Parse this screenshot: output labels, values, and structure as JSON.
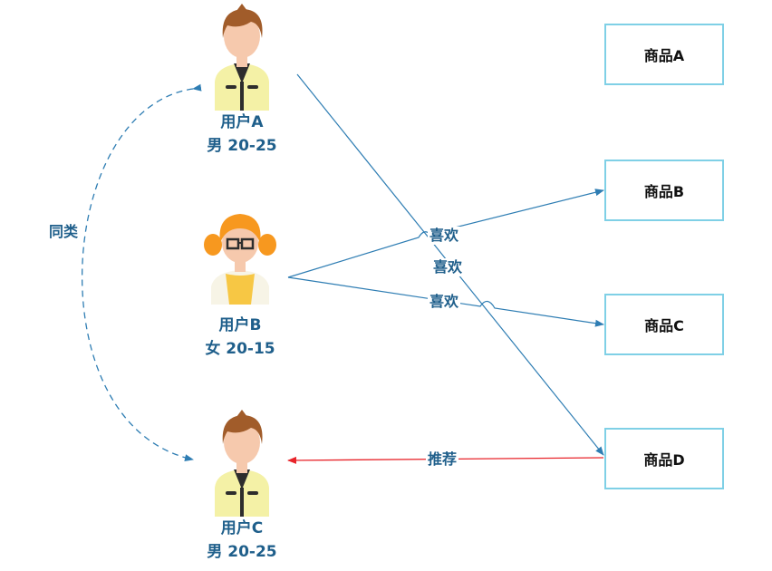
{
  "users": [
    {
      "name": "用户A",
      "info": "男 20-25",
      "avatar": "male-avatar"
    },
    {
      "name": "用户B",
      "info": "女 20-15",
      "avatar": "female-avatar"
    },
    {
      "name": "用户C",
      "info": "男 20-25",
      "avatar": "male-avatar"
    }
  ],
  "products": [
    "商品A",
    "商品B",
    "商品C",
    "商品D"
  ],
  "edges": {
    "similar": "同类",
    "like_1": "喜欢",
    "like_2": "喜欢",
    "like_3": "喜欢",
    "recommend": "推荐"
  },
  "colors": {
    "text_primary": "#1f5f8b",
    "line": "#2e7db3",
    "recommend_line": "#e8242a",
    "box_border": "#7fd0e6"
  }
}
